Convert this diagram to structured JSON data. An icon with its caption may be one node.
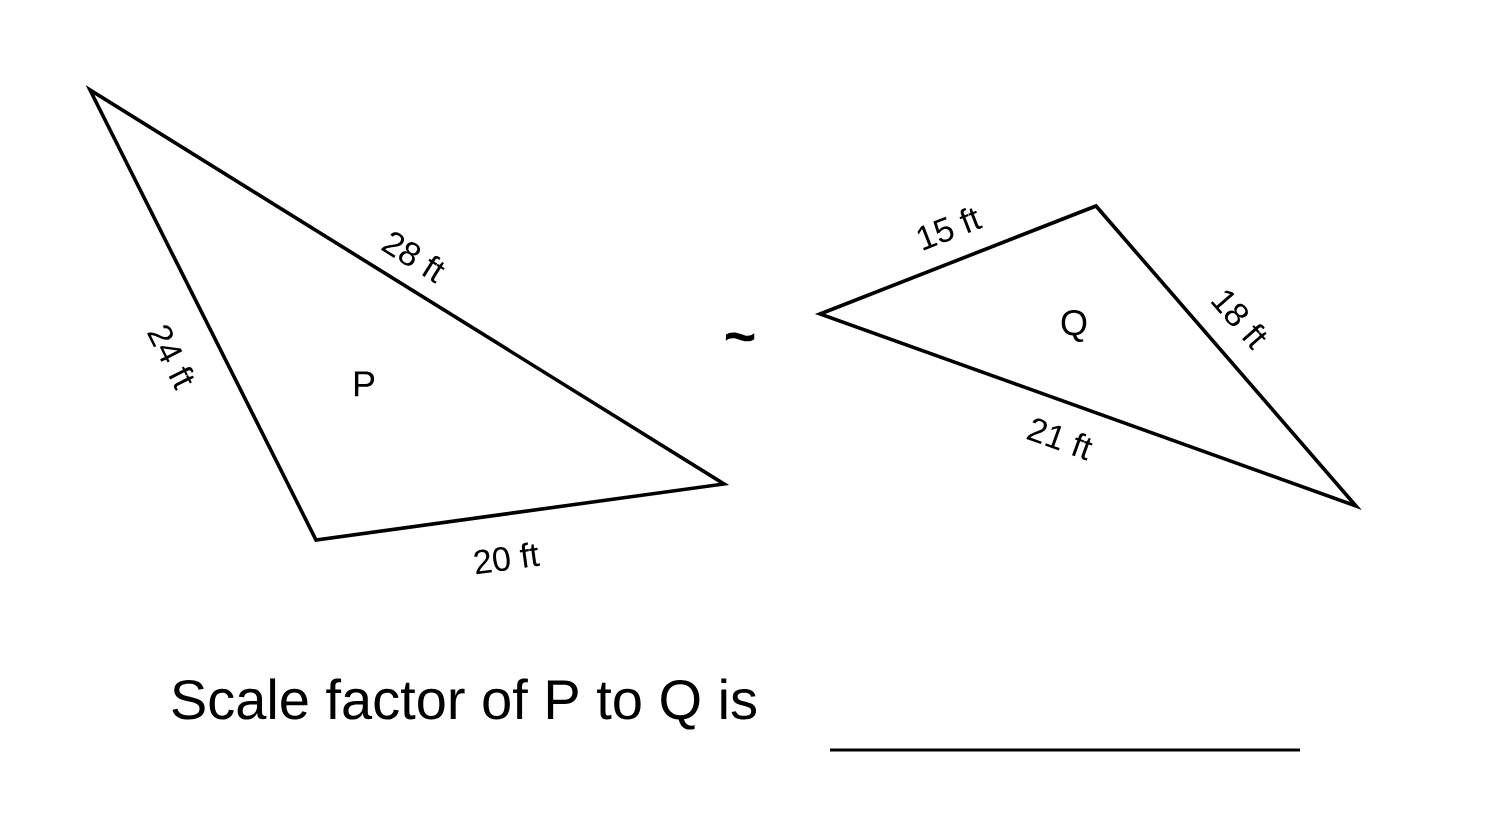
{
  "diagram": {
    "nodes": [
      {
        "text": [
          "P"
        ],
        "beside": [
          "28 ft",
          "24 ft",
          "20 ft"
        ]
      },
      {
        "text": [
          "Q"
        ],
        "beside": [
          "15 ft",
          "18 ft",
          "21 ft"
        ]
      }
    ],
    "labels": [
      "~",
      "Scale factor of P to Q is"
    ]
  }
}
